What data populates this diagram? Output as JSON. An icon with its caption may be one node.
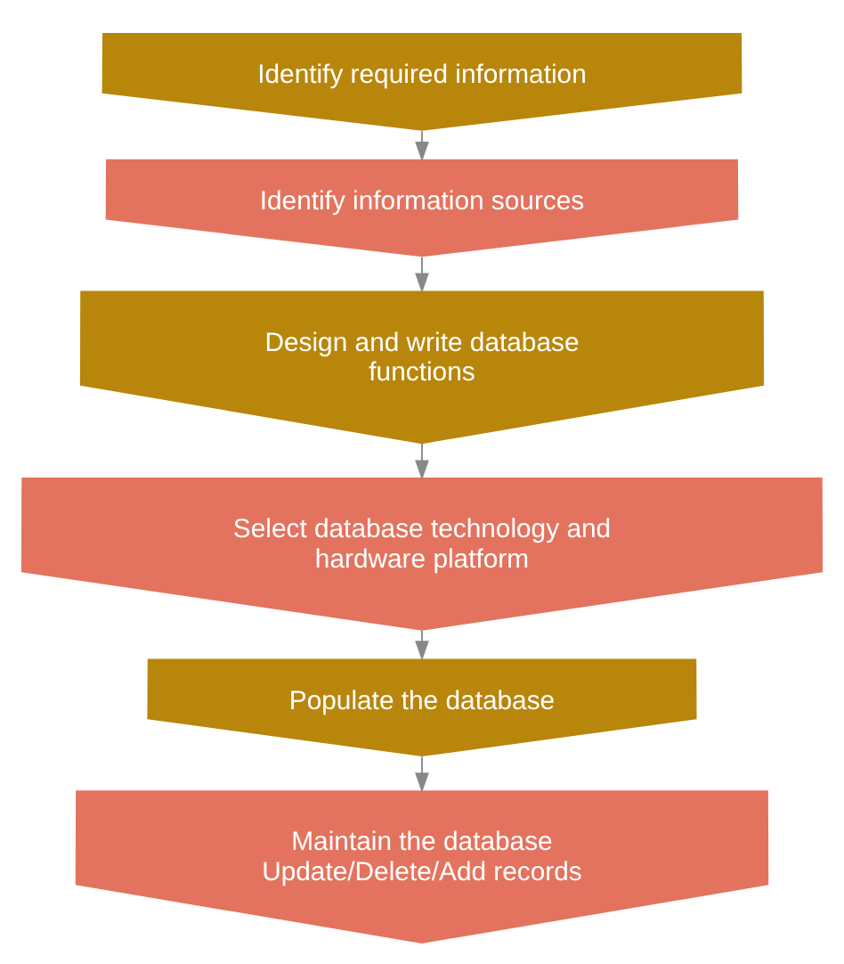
{
  "diagram": {
    "nodes": [
      {
        "text": [
          "Identify required information"
        ]
      },
      {
        "text": [
          "Identify information sources"
        ]
      },
      {
        "text": [
          "Design and write database functions"
        ]
      },
      {
        "text": [
          "Select database technology and hardware platform"
        ]
      },
      {
        "text": [
          "Populate the database"
        ]
      },
      {
        "text": [
          "Maintain the database",
          "Update/Delete/Add records"
        ]
      }
    ],
    "edges": [
      {
        "from": 0,
        "to": 1,
        "arrow": "to"
      },
      {
        "from": 1,
        "to": 2,
        "arrow": "to"
      },
      {
        "from": 2,
        "to": 3,
        "arrow": "to"
      },
      {
        "from": 3,
        "to": 4,
        "arrow": "to"
      },
      {
        "from": 4,
        "to": 5,
        "arrow": "to"
      }
    ]
  }
}
